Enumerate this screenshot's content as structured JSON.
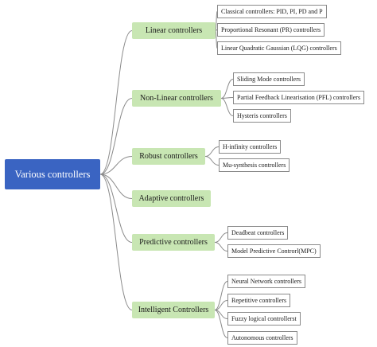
{
  "root": {
    "label": "Various controllers"
  },
  "categories": [
    {
      "label": "Linear controllers",
      "children": [
        "Classical controllers: PID, PI, PD and P",
        "Proportional Resonant (PR) controllers",
        "Linear Quadratic Gaussian (LQG) controllers"
      ]
    },
    {
      "label": "Non-Linear controllers",
      "children": [
        "Sliding Mode controllers",
        "Partial Feedback Linearisation (PFL) controllers",
        "Hysteris controllers"
      ]
    },
    {
      "label": "Robust controllers",
      "children": [
        "H-infinity controllers",
        "Mu-synthesis controllers"
      ]
    },
    {
      "label": "Adaptive controllers",
      "children": []
    },
    {
      "label": "Predictive controllers",
      "children": [
        "Deadbeat controllers",
        "Model Predictive Controrl(MPC)"
      ]
    },
    {
      "label": "Intelligent Controllers",
      "children": [
        "Neural Network controllers",
        "Repetitive controllers",
        "Fuzzy logical controllerst",
        "Autonomous controllers"
      ]
    }
  ],
  "colors": {
    "root": "#3a64c2",
    "category": "#c8e6b3",
    "connector": "#8a8a8a"
  }
}
